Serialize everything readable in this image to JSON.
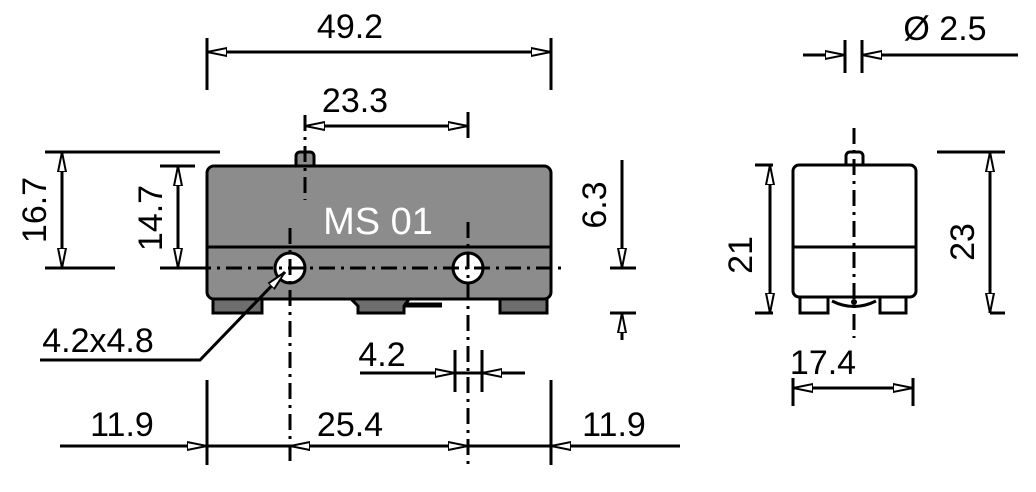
{
  "part_label": "MS 01",
  "colors": {
    "body": "#8c8c8c",
    "feet": "#6e6e6e",
    "line": "#000000"
  },
  "dimensions": {
    "overall_length": "49.2",
    "pin_offset": "23.3",
    "overall_height": "16.7",
    "body_height": "14.7",
    "hole_offset": "6.3",
    "hole_size": "4.2x4.8",
    "lever_gap": "4.2",
    "edge_left": "11.9",
    "hole_spacing": "25.4",
    "edge_right": "11.9",
    "pin_diameter": "Ø 2.5",
    "side_height": "21",
    "side_overall_height": "23",
    "side_width": "17.4"
  }
}
